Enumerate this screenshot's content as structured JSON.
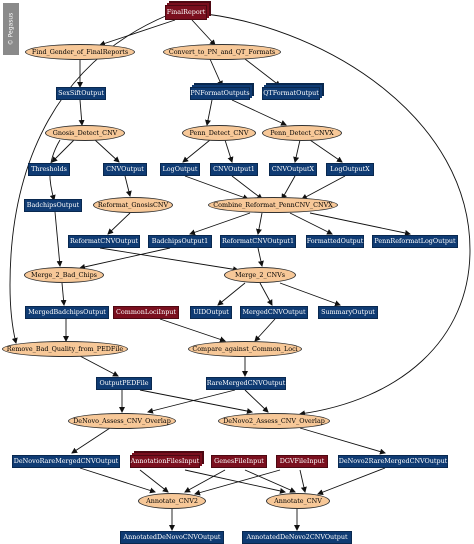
{
  "watermark": "© Pegasus",
  "nodes": {
    "final_report": "FinalReport",
    "find_gender": "Find_Gender_of_FinalReports",
    "convert_formats": "Convert_to_PN_and_QT_Formats",
    "sex_sift_output": "SexSiftOutput",
    "pn_format_outputs": "PNFormatOutputs",
    "qt_format_output": "QTFormatOutput",
    "gnosis_detect": "Gnosis_Detect_CNV",
    "penn_detect": "Penn_Detect_CNV",
    "penn_detect_x": "Penn_Detect_CNVX",
    "thresholds": "Thresholds",
    "cnv_output": "CNVOutput",
    "log_output": "LogOutput",
    "cnv_output1": "CNVOutput1",
    "cnv_output_x": "CNVOutputX",
    "log_output_x": "LogOutputX",
    "badchips_output": "BadchipsOutput",
    "reformat_gnosis": "Reformat_GnosisCNV",
    "combine_reformat": "Combine_Reformat_PennCNV_CNVX",
    "reformat_cnv_output": "ReformatCNVOutput",
    "badchips_output1": "BadchipsOutput1",
    "reformat_cnv_output1": "ReformatCNVOutput1",
    "formatted_output": "FormattedOutput",
    "penn_reformat_log": "PennReformatLogOutput",
    "merge_bad_chips": "Merge_2_Bad_Chips",
    "merge_cnvs": "Merge_2_CNVs",
    "merged_badchips": "MergedBadchipsOutput",
    "common_loci_input": "CommonLociInput",
    "uid_output": "UIDOutput",
    "merged_cnv_output": "MergedCNVOutput",
    "summary_output": "SummaryOutput",
    "remove_bad_quality": "Remove_Bad_Quality_from_PEDFile",
    "compare_common_loci": "Compare_against_Common_Loci",
    "output_ped": "OutputPEDFile",
    "rare_merged": "RareMergedCNVOutput",
    "denovo_assess": "DeNovo_Assess_CNV_Overlap",
    "denovo2_assess": "DeNovo2_Assess_CNV_Overlap",
    "denovo_rare_merged": "DeNovoRareMergedCNVOutput",
    "annotation_files": "AnnotationFilesInput",
    "genes_file": "GenesFileInput",
    "dgv_file": "DGVFileInput",
    "denovo2_rare_merged": "DeNovo2RareMergedCNVOutput",
    "annotate_cnv2": "Annotate_CNV2",
    "annotate_cnv": "Annotate_CNV",
    "annotated_denovo": "AnnotatedDeNovoCNVOutput",
    "annotated_denovo2": "AnnotatedDeNovo2CNVOutput"
  },
  "colors": {
    "data_node": "#0f3b73",
    "input_node": "#7a0f1e",
    "job_node": "#f7c898",
    "edge": "#111111"
  }
}
